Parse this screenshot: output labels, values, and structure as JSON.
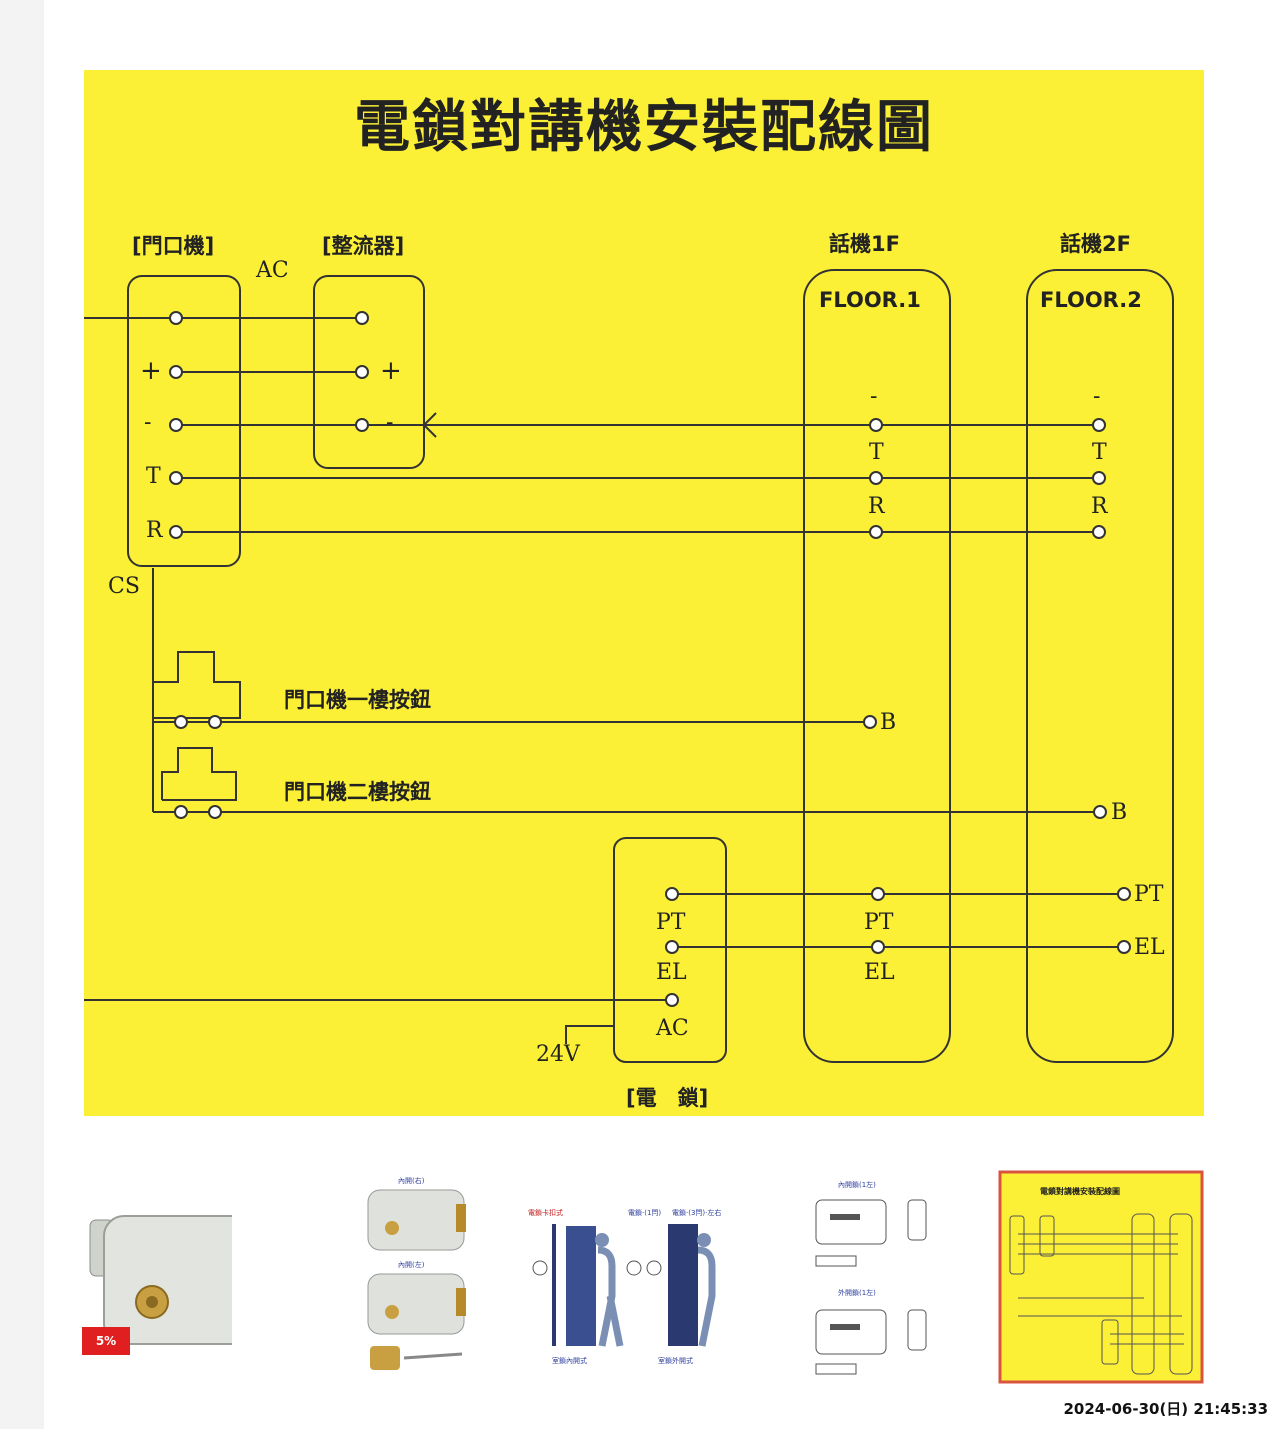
{
  "diagram": {
    "title": "電鎖對講機安裝配線圖",
    "components": {
      "door_station": "[門口機]",
      "rectifier": "[整流器]",
      "phone_1f": "話機1F",
      "phone_2f": "話機2F",
      "floor1": "FLOOR.1",
      "floor2": "FLOOR.2",
      "electric_lock": "[電　鎖]"
    },
    "labels": {
      "ac": "AC",
      "plus": "+",
      "minus": "-",
      "t": "T",
      "r": "R",
      "cs": "CS",
      "b": "B",
      "pt": "PT",
      "el": "EL",
      "v24": "24V",
      "button_1f": "門口機一樓按鈕",
      "button_2f": "門口機二樓按鈕"
    }
  },
  "thumbnails": {
    "badge": "5%",
    "t2_labels": [
      "內開(右)",
      "內開(左)"
    ],
    "t3_labels": [
      "電鎖卡扣式",
      "電鎖·(1閂)",
      "電鎖·(3閂)·左右",
      "室鎖內開式",
      "室鎖外開式"
    ],
    "t4_labels": [
      "內開鎖(1左)",
      "外開鎖(1左)"
    ],
    "t5_title": "電鎖對講機安裝配線圖"
  },
  "timestamp": "2024-06-30(日) 21:45:33"
}
